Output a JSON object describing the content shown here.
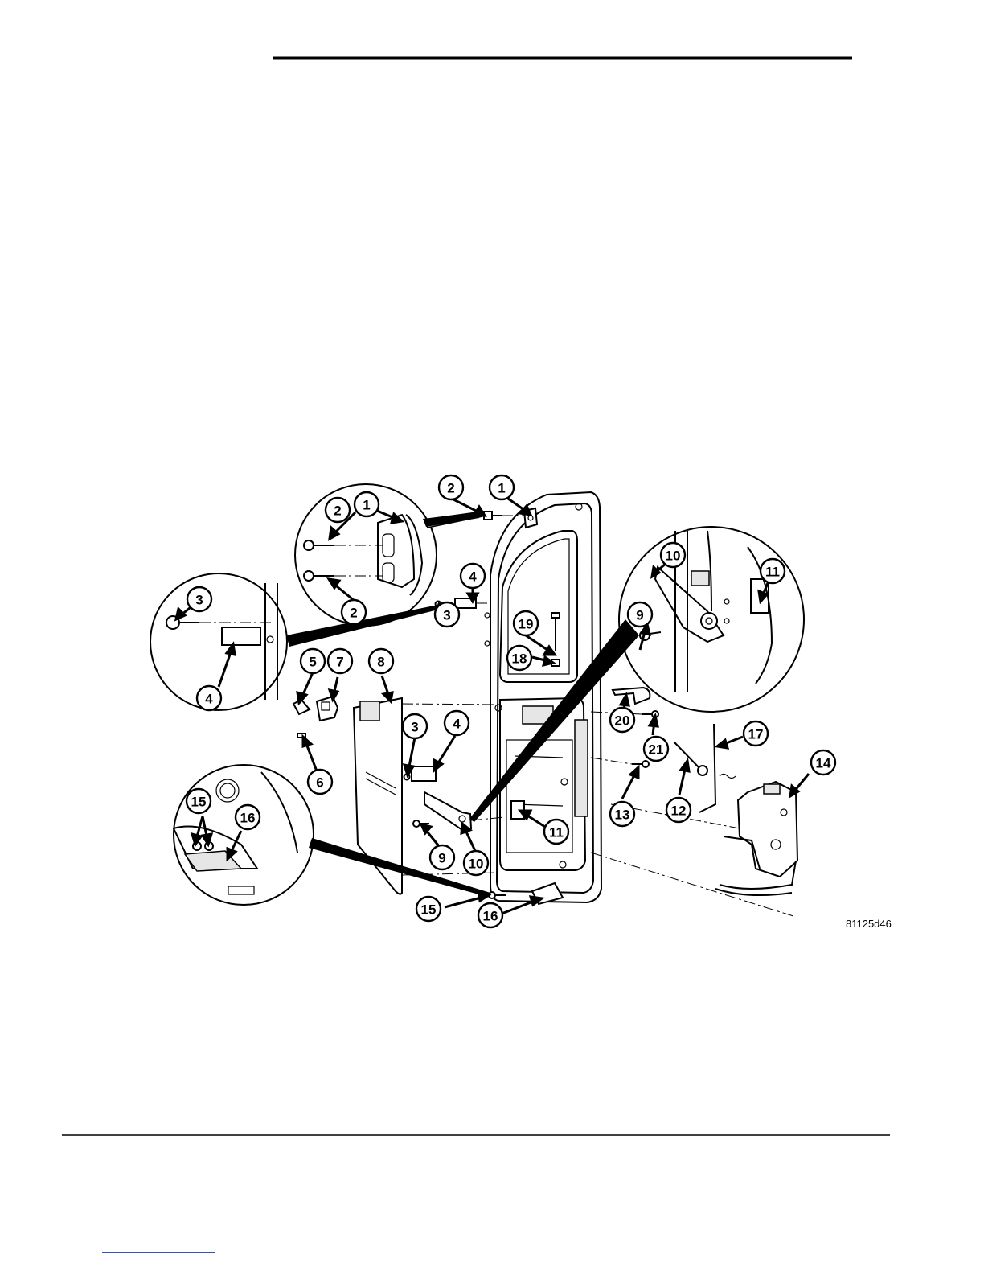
{
  "figure": {
    "id_label": "81125d46",
    "callouts": [
      "1",
      "2",
      "3",
      "4",
      "5",
      "6",
      "7",
      "8",
      "9",
      "10",
      "11",
      "12",
      "13",
      "14",
      "15",
      "16",
      "17",
      "18",
      "19",
      "20",
      "21"
    ]
  }
}
